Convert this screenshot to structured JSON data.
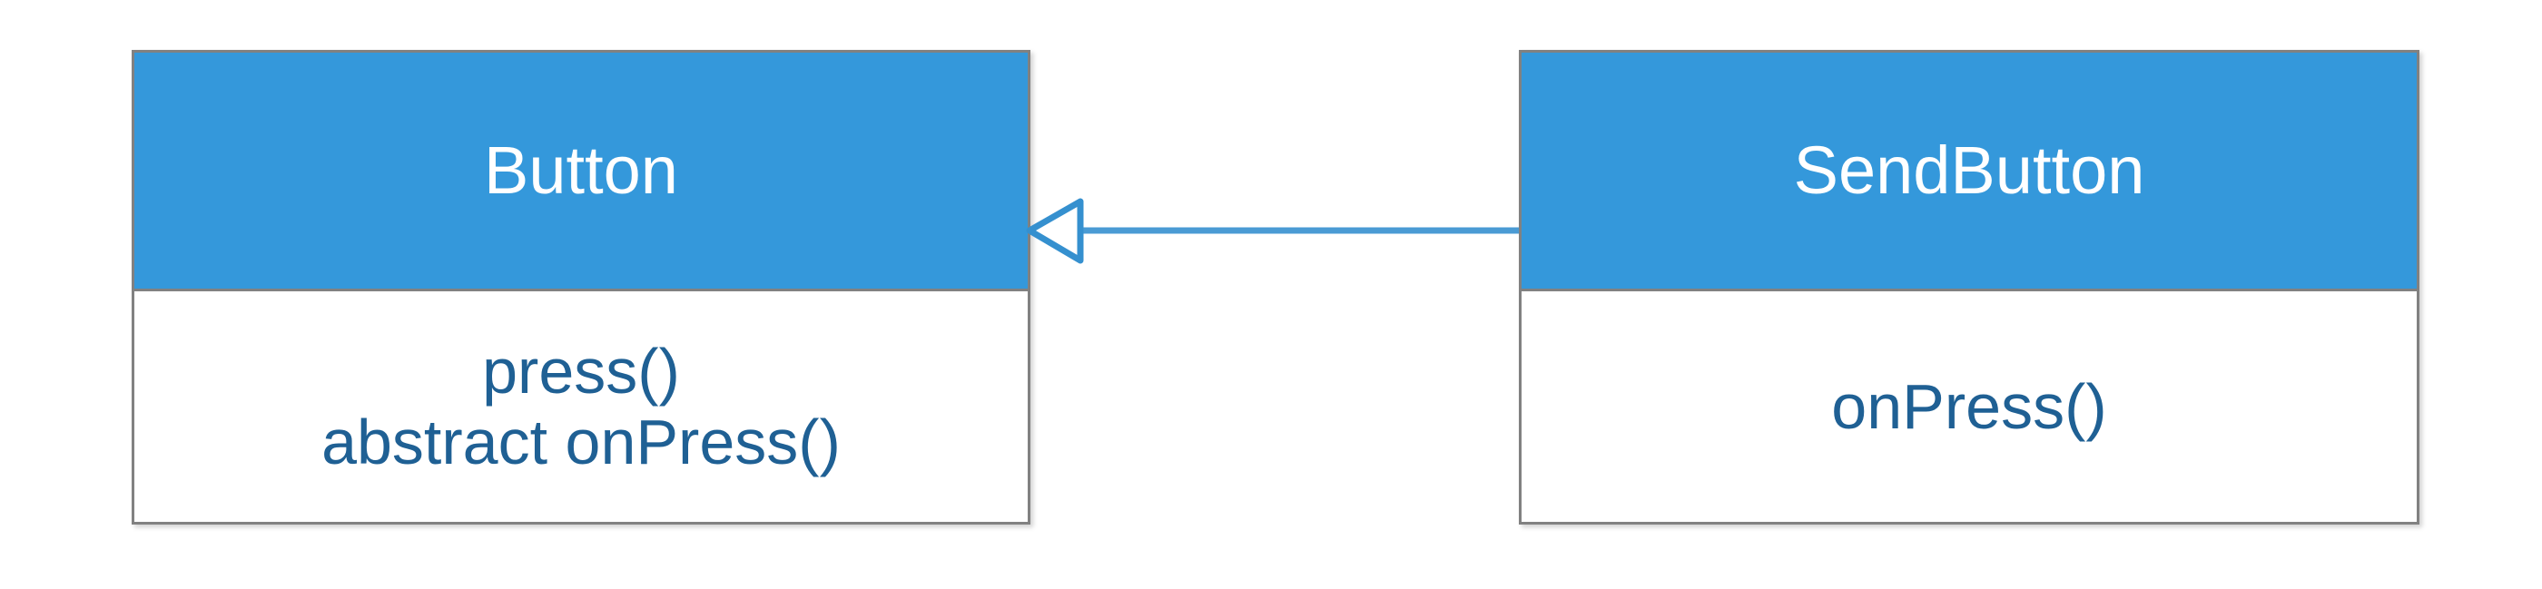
{
  "diagram": {
    "type": "uml-class-diagram",
    "background_color": "#ffffff",
    "classes": [
      {
        "id": "button",
        "name": "Button",
        "header_color": "#3498db",
        "header_text_color": "#ffffff",
        "body_color": "#ffffff",
        "member_text_color": "#1f6094",
        "border_color": "#818181",
        "members": [
          "press()",
          "abstract onPress()"
        ]
      },
      {
        "id": "sendbutton",
        "name": "SendButton",
        "header_color": "#3498db",
        "header_text_color": "#ffffff",
        "body_color": "#ffffff",
        "member_text_color": "#1f6094",
        "border_color": "#818181",
        "members": [
          "onPress()"
        ]
      }
    ],
    "relationships": [
      {
        "id": "sendbutton-extends-button",
        "kind": "generalization",
        "arrow_head": "hollow-triangle",
        "from": "SendButton",
        "to": "Button",
        "line_color": "#4a9bd4",
        "arrow_fill": "#ffffff"
      }
    ]
  }
}
